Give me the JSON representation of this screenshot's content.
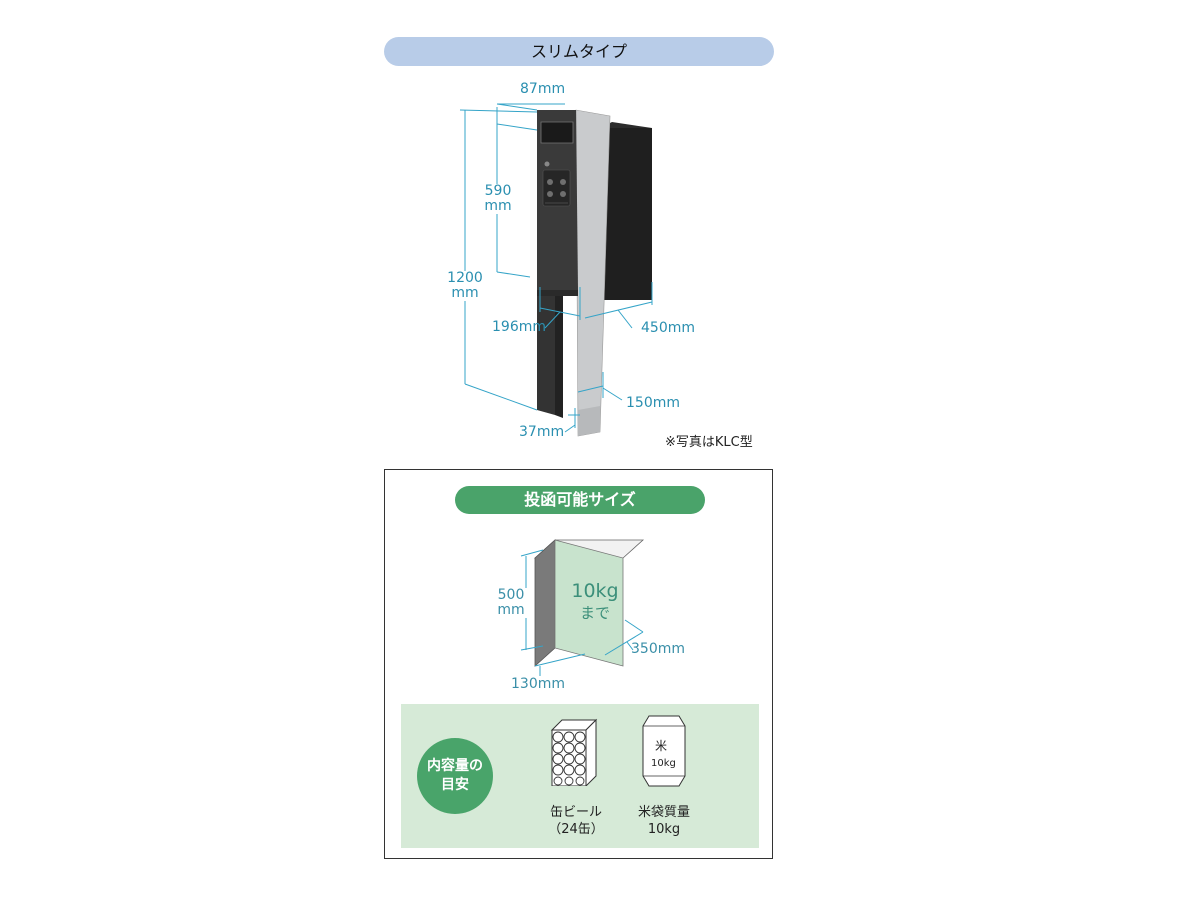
{
  "title": "スリムタイプ",
  "product": {
    "dimensions": {
      "top_gap": "87mm",
      "inner_height_value": "590",
      "inner_height_unit": "mm",
      "total_height_value": "1200",
      "total_height_unit": "mm",
      "width": "196mm",
      "depth": "450mm",
      "base_depth": "150mm",
      "base_width": "37mm"
    },
    "note": "※写真はKLC型",
    "colors": {
      "dimension_line": "#35a4c8",
      "body": "#3a3a3a",
      "panel": "#c9cbcd"
    }
  },
  "capacity": {
    "header": "投函可能サイズ",
    "height_value": "500",
    "height_unit": "mm",
    "depth": "350mm",
    "width": "130mm",
    "weight_value": "10kg",
    "weight_suffix": "まで",
    "contents": {
      "badge_line1": "内容量の",
      "badge_line2": "目安",
      "item1_line1": "缶ビール",
      "item1_line2": "（24缶）",
      "item2_line1": "米袋質量",
      "item2_line2": "10kg",
      "bag_mark": "米",
      "bag_weight": "10kg"
    },
    "colors": {
      "header": "#4aa36a",
      "panel": "#d6ead7",
      "box_front": "#c8e3cd"
    }
  }
}
